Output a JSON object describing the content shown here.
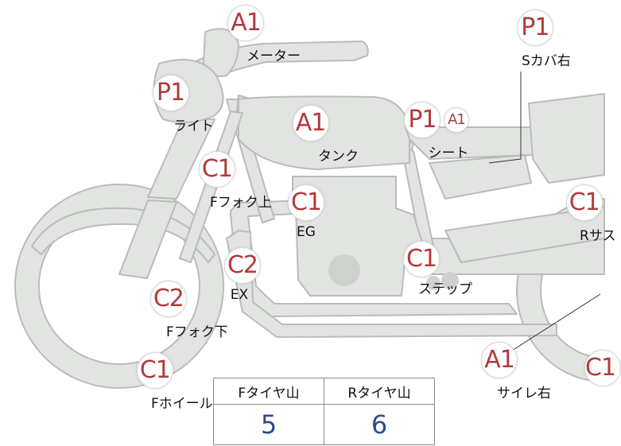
{
  "parts": {
    "meter": {
      "grade": "A1",
      "label": "メーター"
    },
    "light": {
      "grade": "P1",
      "label": "ライト"
    },
    "tank": {
      "grade": "A1",
      "label": "タンク"
    },
    "seat": {
      "grade": "P1",
      "grade_extra": "A1",
      "label": "シート"
    },
    "side_cover_r": {
      "grade": "P1",
      "label": "Sカバ右"
    },
    "fork_upper": {
      "grade": "C1",
      "label": "Fフォク上"
    },
    "engine": {
      "grade": "C1",
      "label": "EG"
    },
    "exhaust": {
      "grade": "C2",
      "label": "EX"
    },
    "step": {
      "grade": "C1",
      "label": "ステップ"
    },
    "rear_sus": {
      "grade": "C1",
      "label": "Rサス"
    },
    "fork_lower": {
      "grade": "C2",
      "label": "Fフォク下"
    },
    "front_wheel": {
      "grade": "C1",
      "label": "Fホイール"
    },
    "muffler_r": {
      "grade": "A1",
      "label": "サイレ右"
    },
    "rear_wheel": {
      "grade": "C1",
      "label": ""
    }
  },
  "tire_tread": {
    "front_header": "Fタイヤ山",
    "rear_header": "Rタイヤ山",
    "front_value": "5",
    "rear_value": "6"
  },
  "colors": {
    "grade_text": "#b23a3a",
    "bike_fill": "#e2e4e2",
    "bike_stroke": "#b9bcb9",
    "value_text": "#2e4a8f"
  }
}
